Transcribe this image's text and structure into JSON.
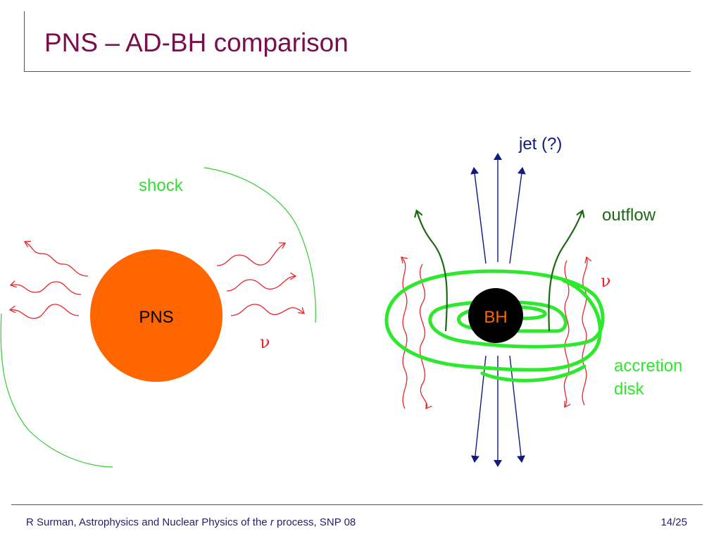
{
  "slide": {
    "title": "PNS – AD-BH comparison",
    "footer_text_before": "R Surman, Astrophysics and Nuclear Physics of the ",
    "footer_text_italic": "r",
    "footer_text_after": " process, SNP 08",
    "page_number": "14/25"
  },
  "diagram": {
    "pns_label": "PNS",
    "shock_label": "shock",
    "nu_left": "ν",
    "bh_label": "BH",
    "jet_label": "jet (?)",
    "outflow_label": "outflow",
    "nu_right": "ν",
    "accretion_line1": "accretion",
    "accretion_line2": "disk"
  },
  "colors": {
    "title": "#7a0d4b",
    "pns_fill": "#ff6600",
    "shock": "#33cc33",
    "neutrino": "#e8242a",
    "disk": "#2ee82e",
    "outflow": "#1a6a12",
    "jet": "#101a80",
    "bh": "#000000",
    "bh_label": "#ff6600"
  }
}
